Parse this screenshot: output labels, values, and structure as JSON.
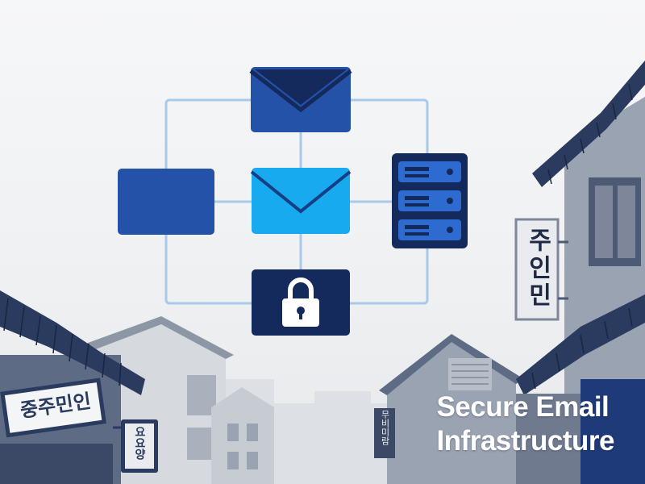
{
  "caption": {
    "line1": "Secure Email",
    "line2": "Infrastructure"
  },
  "signs": {
    "right_vertical": "주인민",
    "left_board": "중주민인",
    "left_small": "요요양",
    "center_small": "무비미람"
  },
  "icons": {
    "top": "envelope-icon",
    "center": "envelope-icon",
    "left": "blank-card",
    "right": "server-rack-icon",
    "bottom": "padlock-icon"
  },
  "colors": {
    "navy": "#1e3a78",
    "dark_navy": "#14295c",
    "royal_blue": "#2352a8",
    "sky_blue": "#1aa7ec",
    "connector": "#a9c9ea",
    "building_gray": "#9aa3b1",
    "roof_navy": "#2b3b5f"
  }
}
